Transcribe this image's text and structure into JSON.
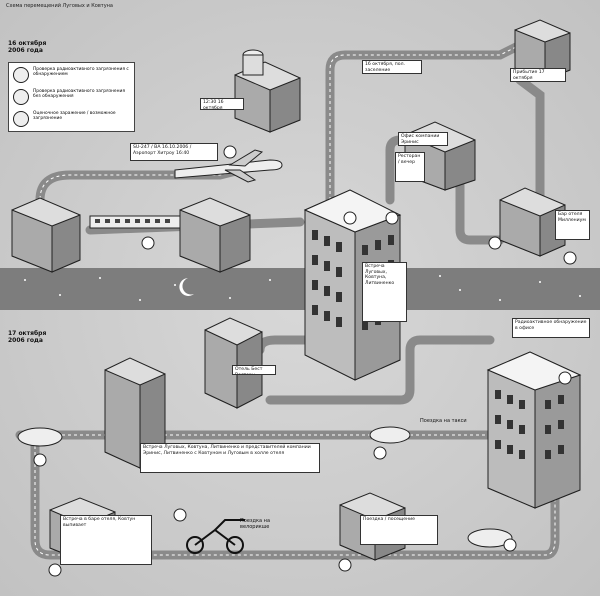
{
  "title": "Схема перемещений Луговых и Ковтуна",
  "dates": {
    "day1": "16 октября\n2006 года",
    "day2": "17 октября\n2006 года"
  },
  "legend": [
    {
      "text": "Проверка радиоактивного загрязнения с обнаружением",
      "icon": "radiation-icon"
    },
    {
      "text": "Проверка радиоактивного загрязнения без обнаружения",
      "icon": "radiation-cross-icon"
    },
    {
      "text": "Оценочное заражение / возможное загрязнение",
      "icon": "radiation-warning-icon"
    }
  ],
  "labels": {
    "flight": "SU-247 / BA 16.10.2006 / Аэропорт Хитроу 16:40",
    "airport": "12:30 16 октября",
    "hotel1_note": "16 октября, пол. заселение",
    "hotel2_note": "Прибытие 17 октября",
    "office_note": "Офис компании Эринис",
    "meeting_note": "Встреча Луговых, Ковтуна, Литвиненко",
    "bar_note": "Бар отеля Миллениум",
    "restaurant": "Ресторан / вечер",
    "taxi": "Поездка на такси",
    "bike": "Поездка на велорикше",
    "meeting_main": "Встреча Луговых, Ковтуна, Литвиненко и представителей компании Эринис, Литвиненко с Ковтуном и Луговым в холле отеля",
    "bottom_left": "Встреча в баре отеля, Ковтун выпивает",
    "bottom_right": "Поездка / посещение",
    "mid_hotel": "Отель Бест Вестерн",
    "right_note": "Радиоактивное обнаружение в офисе"
  }
}
